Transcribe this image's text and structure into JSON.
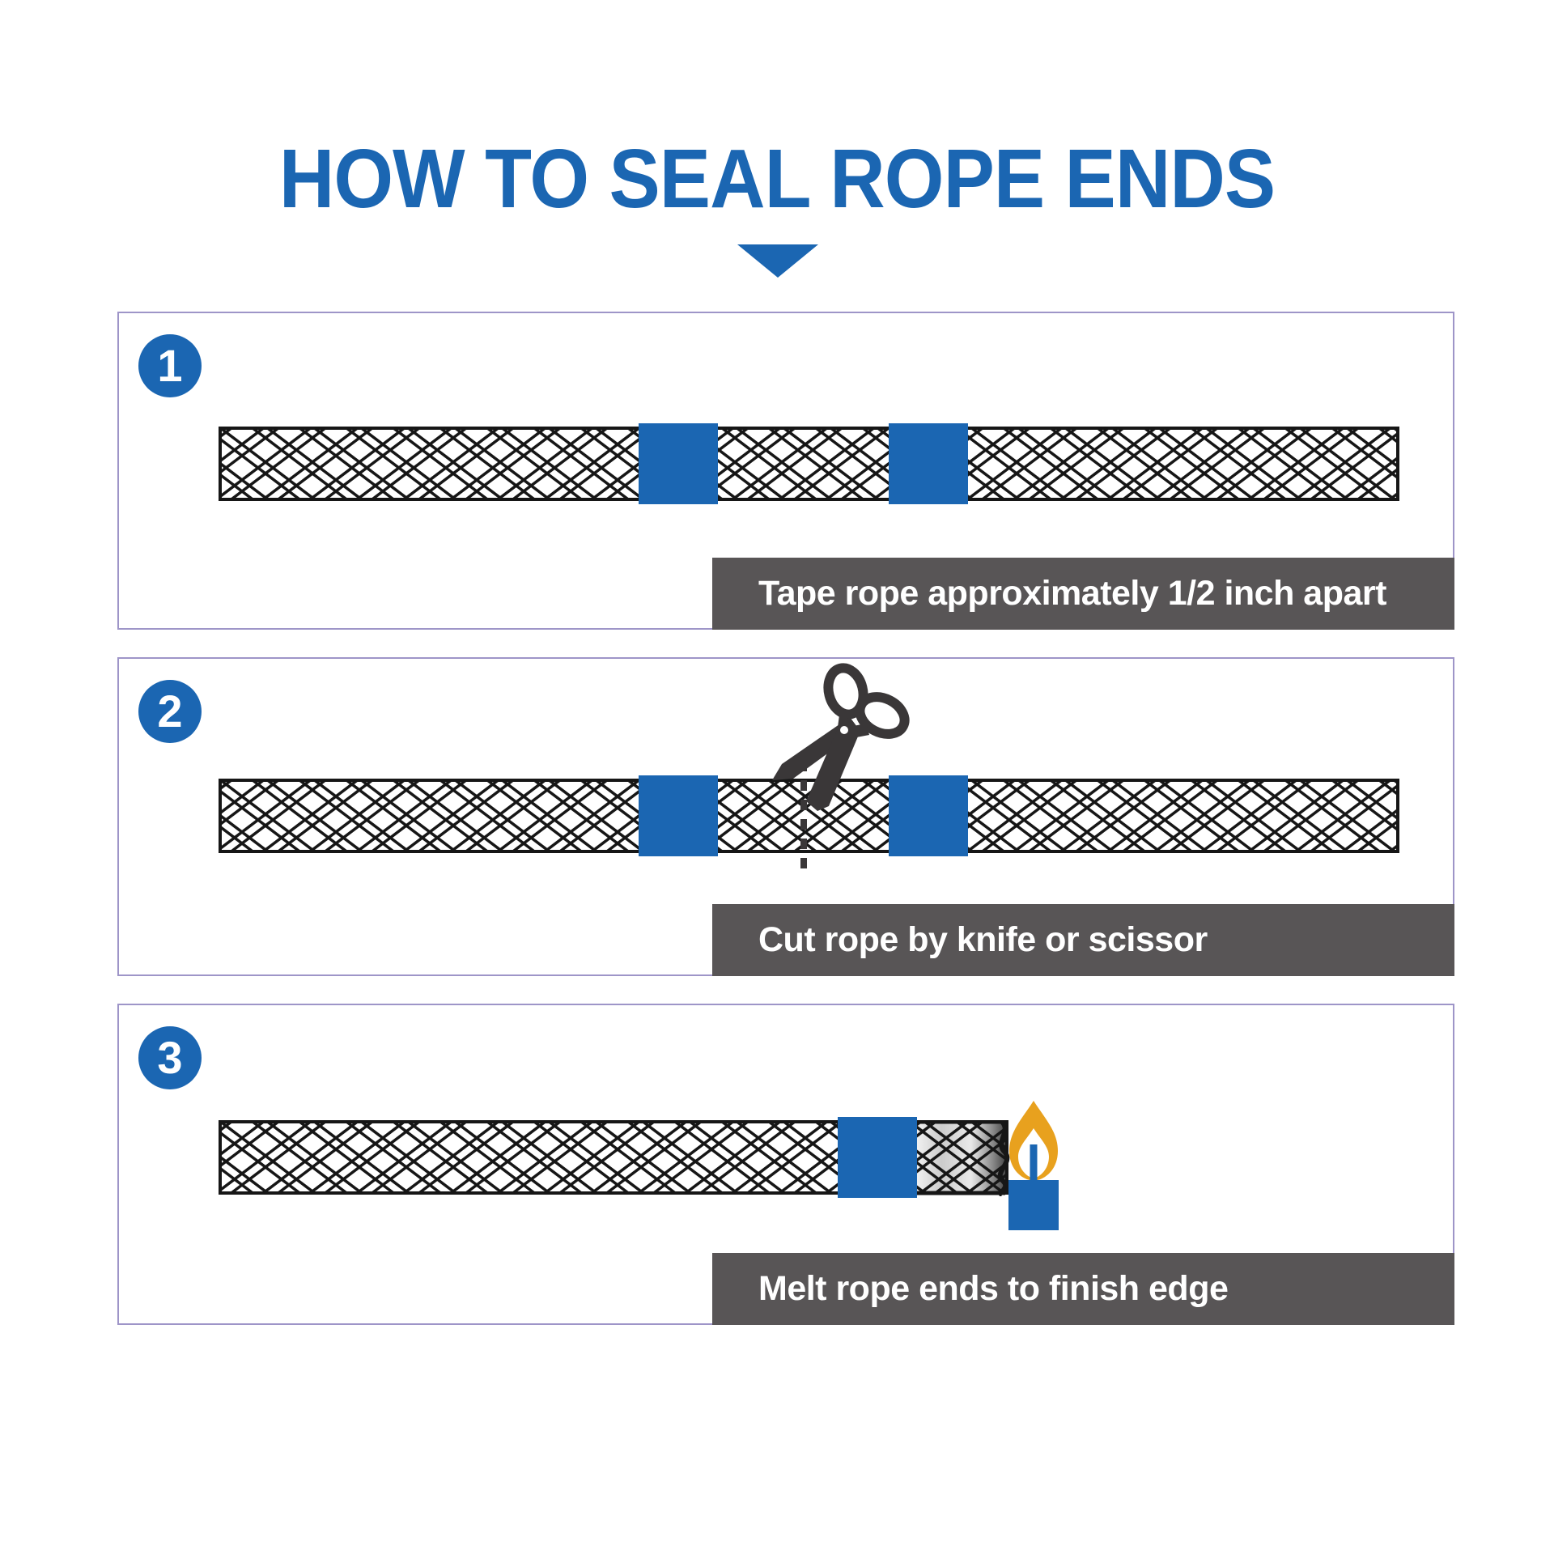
{
  "title": "HOW TO SEAL ROPE ENDS",
  "steps": [
    {
      "number": "1",
      "caption": "Tape rope approximately 1/2 inch apart"
    },
    {
      "number": "2",
      "caption": "Cut rope by knife or scissor"
    },
    {
      "number": "3",
      "caption": "Melt rope ends to finish edge"
    }
  ],
  "icons": {
    "arrow": "down-arrow",
    "step2_tool": "scissors",
    "step2_guide": "dashed-cut-line",
    "step3_tool": "candle-flame"
  },
  "colors": {
    "accent": "#1B66B2",
    "flame": "#E8A11E",
    "caption-bg": "#585556",
    "panel-border": "#9E95C8",
    "rope-line": "#161616",
    "tool": "#3A3738"
  }
}
